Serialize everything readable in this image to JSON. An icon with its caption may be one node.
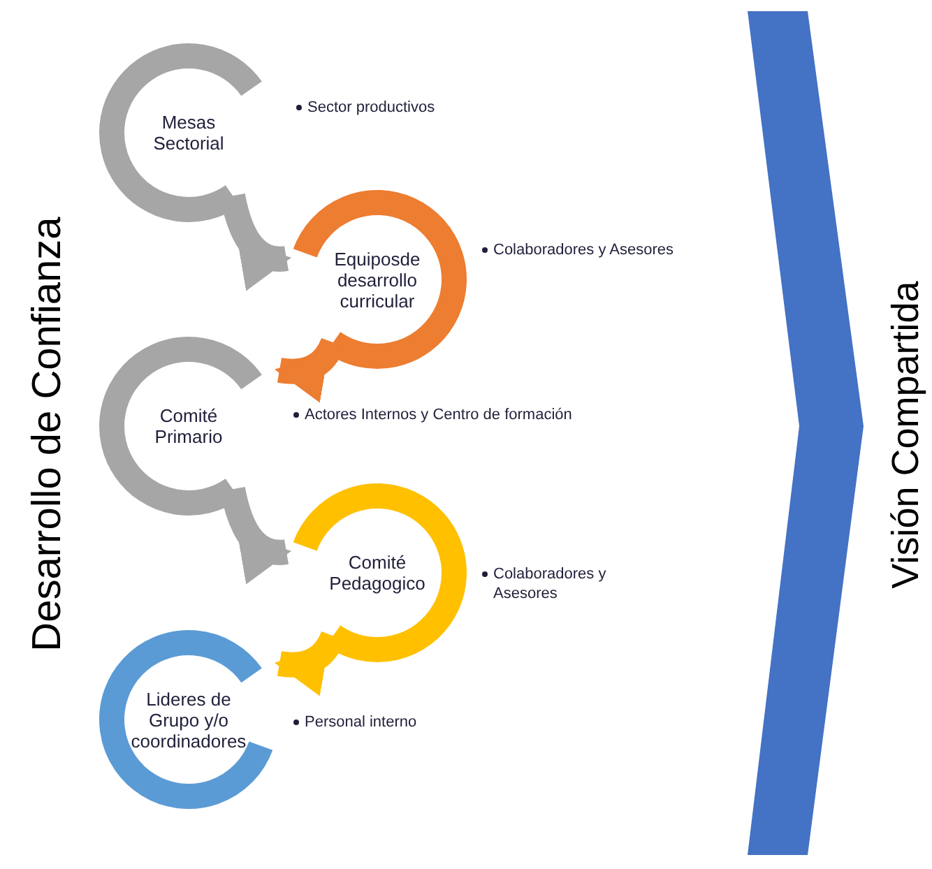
{
  "diagram": {
    "nodes": [
      {
        "text": [
          "Mesas Sectorial"
        ],
        "beside": [
          "Sector productivos"
        ]
      },
      {
        "text": [
          "Equiposde desarrollo curricular"
        ],
        "beside": [
          "Colaboradores y Asesores"
        ]
      },
      {
        "text": [
          "Comité Primario"
        ],
        "beside": [
          "Actores Internos y Centro de formación"
        ]
      },
      {
        "text": [
          "Comité Pedagogico"
        ],
        "beside": [
          "Colaboradores y Asesores"
        ]
      },
      {
        "text": [
          "Lideres de Grupo y/o coordinadores"
        ],
        "beside": [
          "Personal interno"
        ]
      },
      {
        "text": [],
        "shape": "chevron",
        "beside": [
          "Visión Compartida"
        ]
      }
    ],
    "edges": [
      {
        "from": 0,
        "to": 1,
        "arrow": "to",
        "color": "#a6a6a6"
      },
      {
        "from": 1,
        "to": 2,
        "arrow": "to",
        "color": "#ed7d31"
      },
      {
        "from": 2,
        "to": 3,
        "arrow": "to",
        "color": "#a6a6a6"
      },
      {
        "from": 3,
        "to": 4,
        "arrow": "to",
        "color": "#ffc000"
      }
    ],
    "labels": [
      "Desarrollo de Confianza"
    ]
  }
}
